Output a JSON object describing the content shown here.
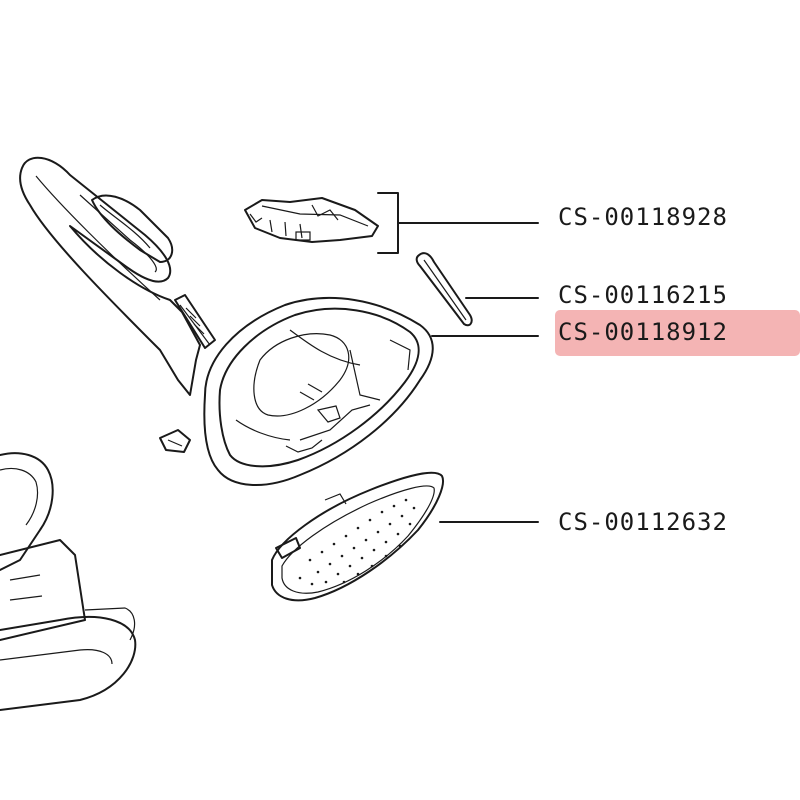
{
  "parts": [
    {
      "id": "part-1",
      "label": "CS-00118928",
      "highlighted": false
    },
    {
      "id": "part-2",
      "label": "CS-00116215",
      "highlighted": false
    },
    {
      "id": "part-3",
      "label": "CS-00118912",
      "highlighted": true
    },
    {
      "id": "part-4",
      "label": "CS-00112632",
      "highlighted": false
    }
  ],
  "colors": {
    "highlight": "#f4b4b4",
    "line": "#1a1a1a",
    "background": "#ffffff"
  }
}
